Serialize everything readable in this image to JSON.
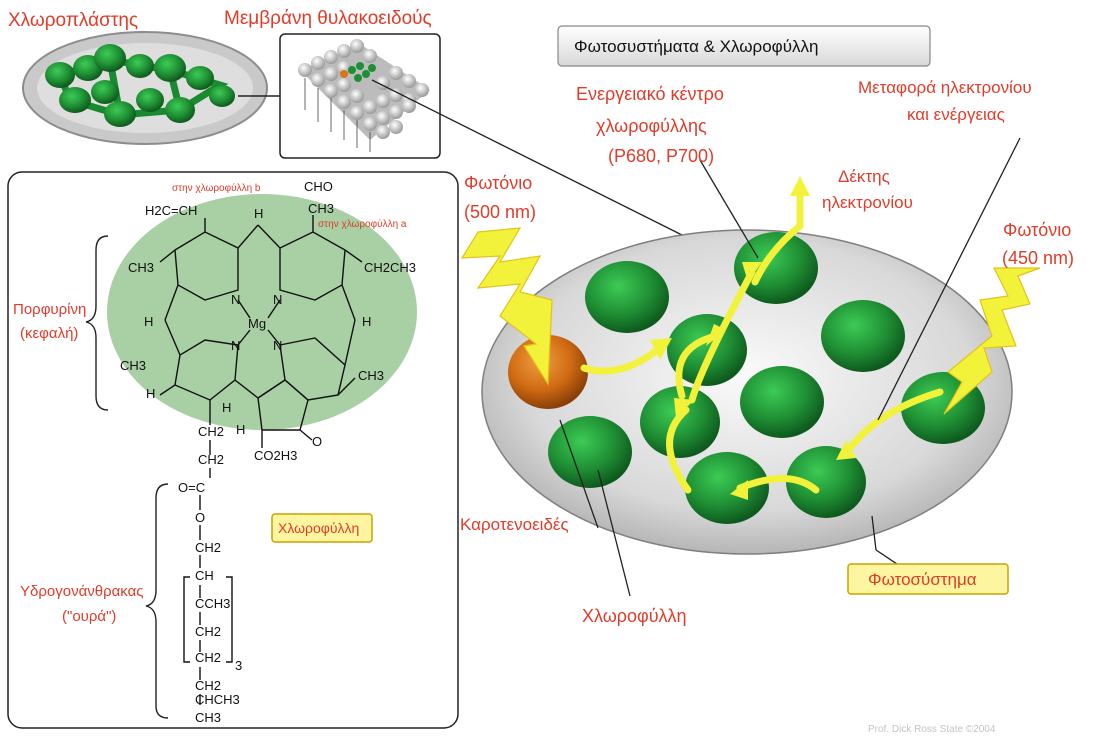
{
  "title": "Φωτοσυστήματα & Χλωροφύλλη",
  "labels": {
    "chloroplast": "Χλωροπλάστης",
    "thylakoid_membrane": "Μεμβράνη θυλακοειδούς",
    "reaction_center_line1": "Ενεργειακό κέντρο",
    "reaction_center_line2": "χλωροφύλλης",
    "reaction_center_line3": "(P680, P700)",
    "electron_transfer_line1": "Μεταφορά ηλεκτρονίου",
    "electron_transfer_line2": "και ενέργειας",
    "photon_left_line1": "Φωτόνιο",
    "photon_left_line2": "(500 nm)",
    "electron_acceptor_line1": "Δέκτης",
    "electron_acceptor_line2": "ηλεκτρονίου",
    "photon_right_line1": "Φωτόνιο",
    "photon_right_line2": "(450 nm)",
    "carotenoids": "Καροτενοειδές",
    "chlorophyll": "Χλωροφύλλη",
    "photosystem": "Φωτοσύστημα",
    "porphyrin_line1": "Πορφυρίνη",
    "porphyrin_line2": "(κεφαλή)",
    "hydrocarbon_line1": "Υδρογονάνθρακας",
    "hydrocarbon_line2": "(\"ουρά\")",
    "chlorophyll_badge": "Χλωροφύλλη",
    "in_chlorophyll_b": "στην χλωροφύλλη b",
    "in_chlorophyll_a": "στην χλωροφύλλη a",
    "copyright": "Prof. Dick Ross State ©2004"
  },
  "structure": {
    "cho": "CHO",
    "ch3_a": "CH3",
    "vinyl": "H2C=CH",
    "h_top": "H",
    "ch3_1": "CH3",
    "ethyl": "CH2CH3",
    "n1": "N",
    "n2": "N",
    "n3": "N",
    "n4": "N",
    "mg": "Mg",
    "h_left": "H",
    "h_right": "H",
    "ch3_2": "CH3",
    "h_l2": "H",
    "ch3_3": "CH3",
    "h_c": "H",
    "ch2_a": "CH2",
    "ch2_b": "CH2",
    "h_d": "H",
    "co2ch3": "CO2H3",
    "o_keto": "O",
    "ester": "O=C",
    "o_ether": "O",
    "ch2_c": "CH2",
    "ch": "CH",
    "cch3": "CCH3",
    "ch2_d": "CH2",
    "ch2_e": "CH2",
    "ch2_f": "CH2",
    "repeat": "3",
    "chch3": "CHCH3",
    "ch3_end": "CH3"
  },
  "colors": {
    "label_red": "#e03c2a",
    "chlorophyll_green": "#1f9a35",
    "carotenoid_orange": "#d7761a",
    "arrow_yellow": "#f2f23a",
    "porphyrin_bg": "#a9cfa4",
    "badge_fill": "#fdf5a0"
  }
}
